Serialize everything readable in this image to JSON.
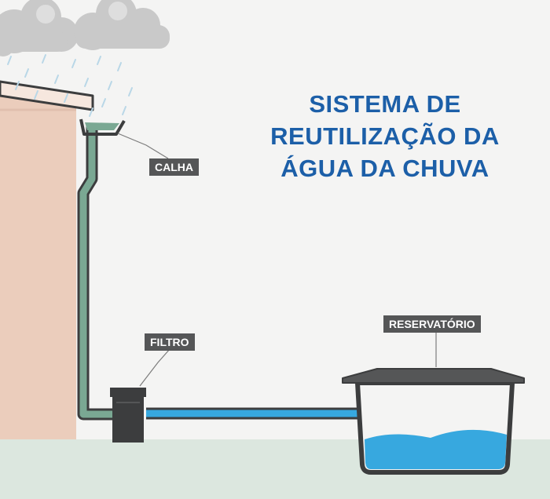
{
  "title": {
    "line1": "SISTEMA DE",
    "line2": "REUTILIZAÇÃO DA",
    "line3": "ÁGUA DA CHUVA"
  },
  "labels": {
    "calha": "CALHA",
    "filtro": "FILTRO",
    "reservatorio": "RESERVATÓRIO"
  },
  "colors": {
    "title": "#1c5fa8",
    "house_wall": "#ebcdbc",
    "roof": "#f6e7de",
    "pipe_green": "#7aa893",
    "dark_outline": "#3c3d3e",
    "water": "#37a8df",
    "ground": "#dce7df",
    "label_bg": "#555657"
  },
  "icons": [
    "cloud-icon",
    "rain-icon",
    "filter-icon",
    "reservoir-icon",
    "gutter-icon"
  ]
}
